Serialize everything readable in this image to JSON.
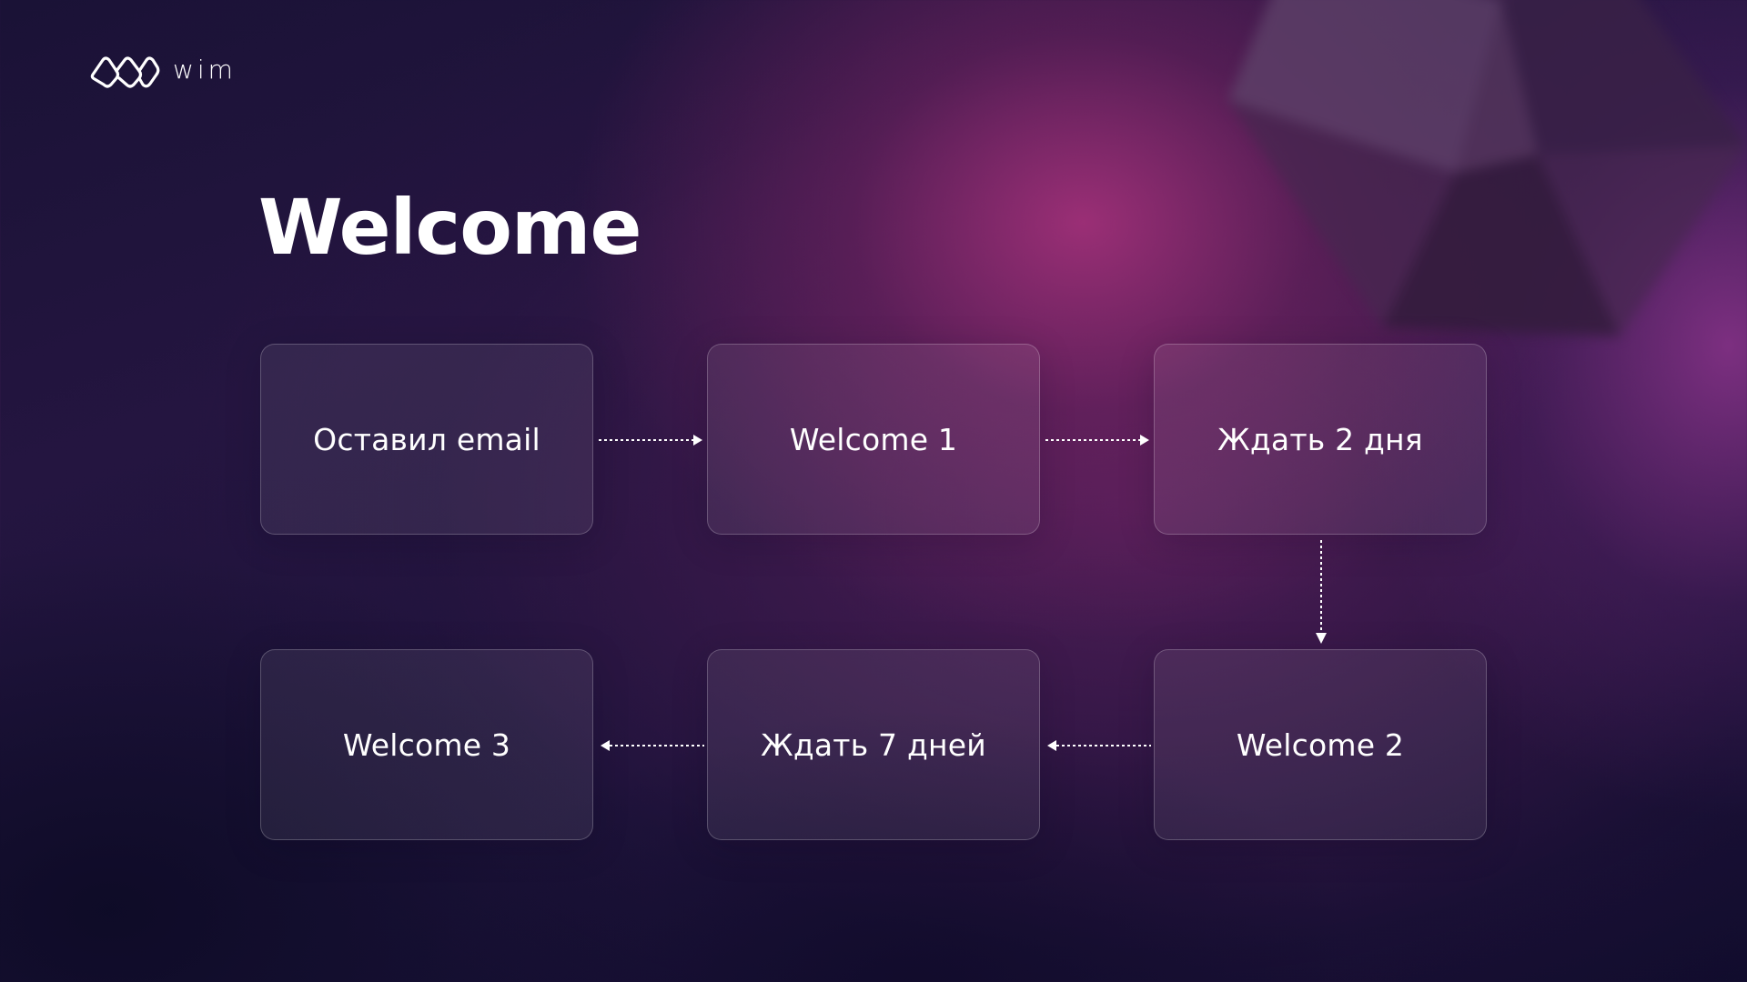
{
  "logo": {
    "text": "wim",
    "icon": "wim-logo-icon"
  },
  "slide": {
    "title": "Welcome"
  },
  "flow": {
    "nodes": [
      {
        "id": "n1",
        "label": "Оставил email"
      },
      {
        "id": "n2",
        "label": "Welcome 1"
      },
      {
        "id": "n3",
        "label": "Ждать 2 дня"
      },
      {
        "id": "n4",
        "label": "Welcome 2"
      },
      {
        "id": "n5",
        "label": "Ждать 7 дней"
      },
      {
        "id": "n6",
        "label": "Welcome 3"
      }
    ],
    "edges": [
      {
        "from": "n1",
        "to": "n2",
        "style": "dashed"
      },
      {
        "from": "n2",
        "to": "n3",
        "style": "dashed"
      },
      {
        "from": "n3",
        "to": "n4",
        "style": "dashed"
      },
      {
        "from": "n4",
        "to": "n5",
        "style": "dashed"
      },
      {
        "from": "n5",
        "to": "n6",
        "style": "dashed"
      }
    ]
  },
  "colors": {
    "background_dark": "#140f33",
    "glow_magenta": "#a03078",
    "node_border": "#ffffff",
    "text": "#ffffff"
  }
}
